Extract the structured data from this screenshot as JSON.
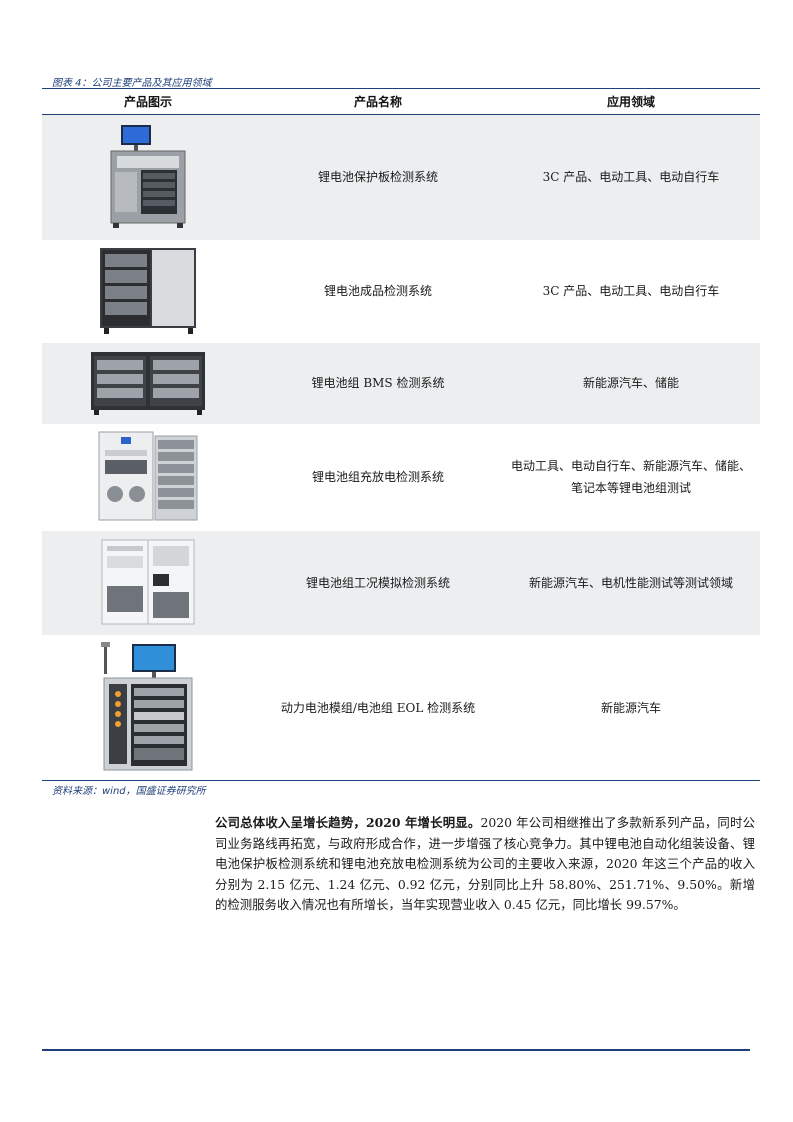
{
  "caption": "图表 4：公司主要产品及其应用领域",
  "table": {
    "headers": [
      "产品图示",
      "产品名称",
      "应用领域"
    ],
    "rows": [
      {
        "name": "锂电池保护板检测系统",
        "field": "3C 产品、电动工具、电动自行车"
      },
      {
        "name": "锂电池成品检测系统",
        "field": "3C 产品、电动工具、电动自行车"
      },
      {
        "name": "锂电池组 BMS 检测系统",
        "field": "新能源汽车、储能"
      },
      {
        "name": "锂电池组充放电检测系统",
        "field_line1": "电动工具、电动自行车、新能源汽车、储能、",
        "field_line2": "笔记本等锂电池组测试"
      },
      {
        "name": "锂电池组工况模拟检测系统",
        "field": "新能源汽车、电机性能测试等测试领域"
      },
      {
        "name": "动力电池模组/电池组 EOL 检测系统",
        "field": "新能源汽车"
      }
    ]
  },
  "source": "资料来源：wind，国盛证券研究所",
  "paragraph": {
    "lead": "公司总体收入呈增长趋势，2020 年增长明显。",
    "body": "2020 年公司相继推出了多款新系列产品，同时公司业务路线再拓宽，与政府形成合作，进一步增强了核心竞争力。其中锂电池自动化组装设备、锂电池保护板检测系统和锂电池充放电检测系统为公司的主要收入来源，2020 年这三个产品的收入分别为 2.15 亿元、1.24 亿元、0.92 亿元，分别同比上升 58.80%、251.71%、9.50%。新增的检测服务收入情况也有所增长，当年实现营业收入 0.45 亿元，同比增长 99.57%。"
  },
  "colors": {
    "accent": "#1f3f7a",
    "row_shade": "#eceef0"
  }
}
